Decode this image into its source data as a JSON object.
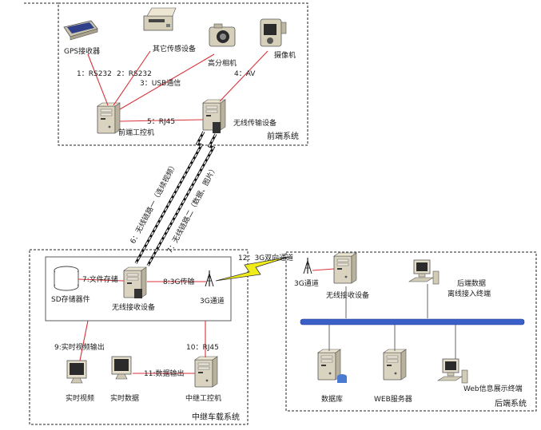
{
  "systems": {
    "front": "前端系统",
    "relay": "中继车载系统",
    "back": "后端系统"
  },
  "devices": {
    "gps": "GPS接收器",
    "other_sensor": "其它传感设备",
    "hd_camera": "高分相机",
    "video_camera": "摄像机",
    "front_ipc": "前端工控机",
    "wireless_tx": "无线传输设备",
    "sd_storage": "SD存储器件",
    "wireless_rx_relay": "无线接收设备",
    "g3_relay": "3G通道",
    "video_monitor": "实时视频",
    "data_monitor": "实时数据",
    "relay_ipc": "中继工控机",
    "g3_back": "3G通道",
    "wireless_rx_back": "无线接收设备",
    "backend_access": [
      "后端数据",
      "离线接入终端"
    ],
    "database": "数据库",
    "web_server": "WEB服务器",
    "web_terminal": "Web信息展示终端"
  },
  "links": {
    "l1": "1：RS232",
    "l2": "2：RS232",
    "l3": "3：USB通信",
    "l4": "4：AV",
    "l5": "5：RJ45",
    "l6": "6：无线链路一（连续视频）",
    "l7": "7：无线链路二（数据、图片）",
    "l7b": "7:文件存储",
    "l8": "8:3G传输",
    "l9": "9:实时视频输出",
    "l10": "10：RJ45",
    "l11": "11:数据输出",
    "l12": "12：3G双向通道"
  },
  "colors": {
    "link_line": "#d8323a",
    "bus": "#3a5fc8",
    "lightning": "#f0ec1c"
  }
}
